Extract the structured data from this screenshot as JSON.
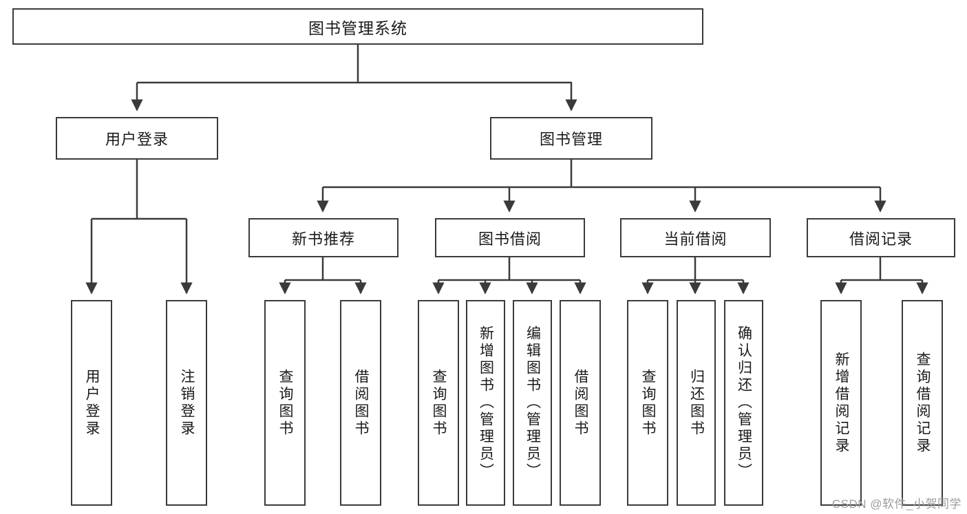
{
  "diagram": {
    "title_text": "图书管理系统",
    "type": "hierarchy-tree",
    "watermark": "CSDN @软件_小贺同学",
    "colors": {
      "box_border": "#3a3a3a",
      "box_fill": "#ffffff",
      "link_stroke": "#3a3a3a",
      "text": "#1a1a1a",
      "watermark": "#9b9b9b"
    },
    "nodes": {
      "root": {
        "label": "图书管理系统"
      },
      "level1": [
        {
          "id": "user-login",
          "label": "用户登录"
        },
        {
          "id": "book-management",
          "label": "图书管理"
        }
      ],
      "level2": [
        {
          "id": "new-book-recommend",
          "label": "新书推荐"
        },
        {
          "id": "book-borrow",
          "label": "图书借阅"
        },
        {
          "id": "current-borrow",
          "label": "当前借阅"
        },
        {
          "id": "borrow-record",
          "label": "借阅记录"
        }
      ],
      "leaves": {
        "user_login": [
          {
            "id": "leaf-user-login",
            "label": "用户登录"
          },
          {
            "id": "leaf-user-logout",
            "label": "注销登录"
          }
        ],
        "new_book_recommend": [
          {
            "id": "leaf-query-book-1",
            "label": "查询图书"
          },
          {
            "id": "leaf-borrow-book-1",
            "label": "借阅图书"
          }
        ],
        "book_borrow": [
          {
            "id": "leaf-query-book-2",
            "label": "查询图书"
          },
          {
            "id": "leaf-add-book",
            "label": "新增图书（管理员）"
          },
          {
            "id": "leaf-edit-book",
            "label": "编辑图书（管理员）"
          },
          {
            "id": "leaf-borrow-book-2",
            "label": "借阅图书"
          }
        ],
        "current_borrow": [
          {
            "id": "leaf-query-book-3",
            "label": "查询图书"
          },
          {
            "id": "leaf-return-book",
            "label": "归还图书"
          },
          {
            "id": "leaf-confirm-return",
            "label": "确认归还（管理员）"
          }
        ],
        "borrow_record": [
          {
            "id": "leaf-add-record",
            "label": "新增借阅记录"
          },
          {
            "id": "leaf-query-record",
            "label": "查询借阅记录"
          }
        ]
      }
    }
  }
}
